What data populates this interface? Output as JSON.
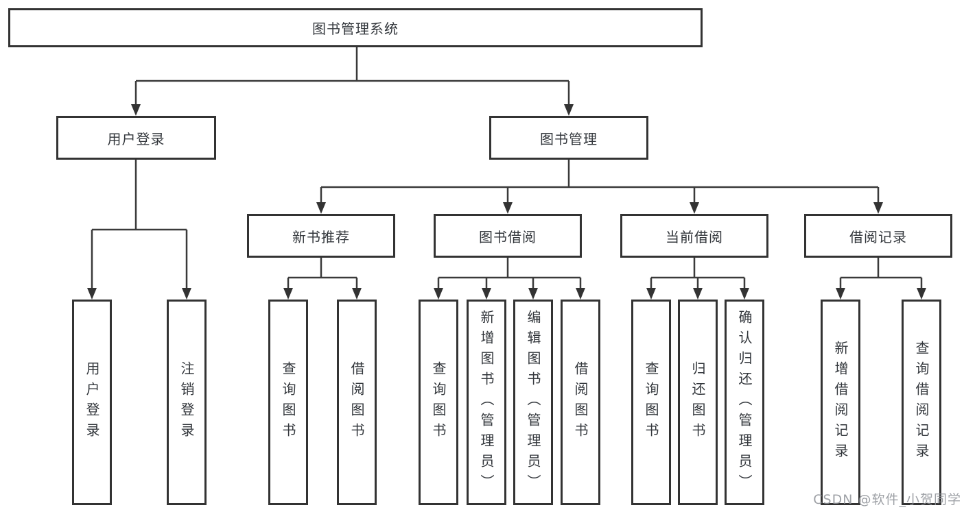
{
  "diagram": {
    "type": "hierarchy-tree",
    "colors": {
      "background": "#ffffff",
      "box_border": "#333333",
      "line": "#3a3a3a",
      "text": "#33373c",
      "watermark": "#8d9196"
    },
    "structure": {
      "图书管理系统": {
        "用户登录": [
          "用户登录",
          "注销登录"
        ],
        "图书管理": {
          "新书推荐": [
            "查询图书",
            "借阅图书"
          ],
          "图书借阅": [
            "查询图书",
            "新增图书（管理员）",
            "编辑图书（管理员）",
            "借阅图书"
          ],
          "当前借阅": [
            "查询图书",
            "归还图书",
            "确认归还（管理员）"
          ],
          "借阅记录": [
            "新增借阅记录",
            "查询借阅记录"
          ]
        }
      }
    }
  },
  "nodes": {
    "root": {
      "label": "图书管理系统"
    },
    "user_login": {
      "label": "用户登录"
    },
    "book_mgmt": {
      "label": "图书管理"
    },
    "new_book_rec": {
      "label": "新书推荐"
    },
    "book_borrow": {
      "label": "图书借阅"
    },
    "current_borrow": {
      "label": "当前借阅"
    },
    "borrow_records": {
      "label": "借阅记录"
    },
    "leaf_user_login": {
      "label": "用户登录"
    },
    "leaf_logout": {
      "label": "注销登录"
    },
    "leaf_query_books_1": {
      "label": "查询图书"
    },
    "leaf_borrow_books_1": {
      "label": "借阅图书"
    },
    "leaf_query_books_2": {
      "label": "查询图书"
    },
    "leaf_add_books": {
      "label": "新增图书（管理员）"
    },
    "leaf_edit_books": {
      "label": "编辑图书（管理员）"
    },
    "leaf_borrow_books_2": {
      "label": "借阅图书"
    },
    "leaf_query_books_3": {
      "label": "查询图书"
    },
    "leaf_return_books": {
      "label": "归还图书"
    },
    "leaf_confirm_return": {
      "label": "确认归还（管理员）"
    },
    "leaf_add_record": {
      "label": "新增借阅记录"
    },
    "leaf_query_record": {
      "label": "查询借阅记录"
    }
  },
  "watermark": {
    "text": "CSDN @软件_小贺同学"
  }
}
